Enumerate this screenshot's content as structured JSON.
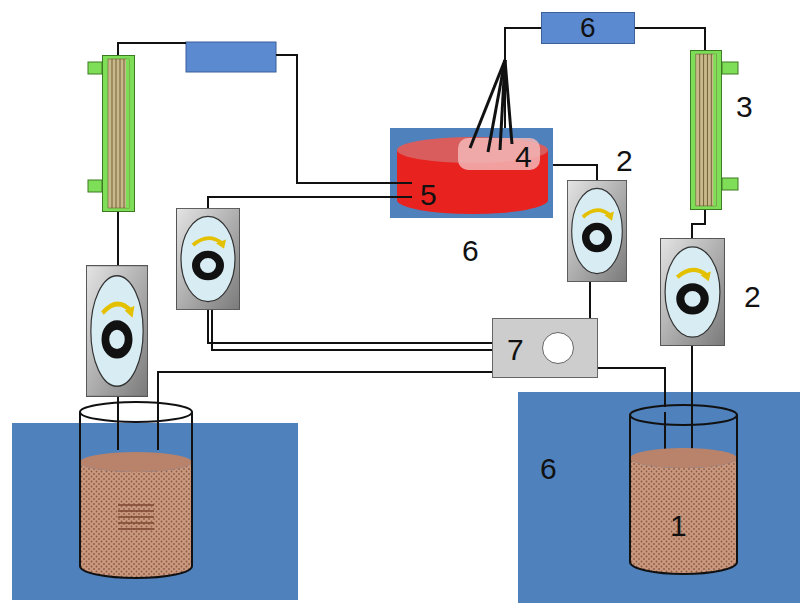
{
  "diagram": {
    "nodes": [
      {
        "text": [
          "6"
        ]
      },
      {
        "text": [
          "4",
          "5"
        ]
      },
      {
        "text": [
          "7"
        ]
      },
      {
        "text": [
          "6"
        ]
      },
      {
        "text": [
          "1"
        ],
        "in": 3
      }
    ],
    "edges": [
      {
        "from": 0,
        "to": 1,
        "arrow": "none"
      },
      {
        "from": 2,
        "to": 4,
        "arrow": "none"
      }
    ],
    "labels": [
      "3",
      "2",
      "6",
      "2"
    ]
  }
}
